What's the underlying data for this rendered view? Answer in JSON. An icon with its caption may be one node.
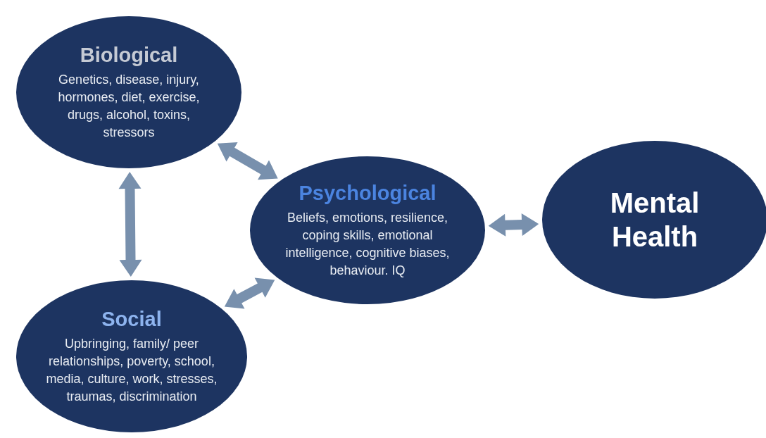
{
  "diagram": {
    "nodes": [
      {
        "text": [
          "Biological",
          "Genetics, disease, injury, hormones, diet, exercise, drugs, alcohol, toxins, stressors"
        ]
      },
      {
        "text": [
          "Psychological",
          "Beliefs, emotions, resilience, coping skills, emotional intelligence, cognitive biases, behaviour. IQ"
        ]
      },
      {
        "text": [
          "Mental Health"
        ]
      },
      {
        "text": [
          "Social",
          "Upbringing, family/ peer relationships, poverty, school, media, culture, work, stresses, traumas, discrimination"
        ]
      }
    ],
    "edges": [
      {
        "from": 0,
        "to": 1,
        "arrow": "both",
        "style": "thick"
      },
      {
        "from": 1,
        "to": 2,
        "arrow": "both",
        "style": "thick"
      },
      {
        "from": 0,
        "to": 3,
        "arrow": "both",
        "style": "thick"
      },
      {
        "from": 3,
        "to": 1,
        "arrow": "both",
        "style": "thick"
      }
    ]
  }
}
